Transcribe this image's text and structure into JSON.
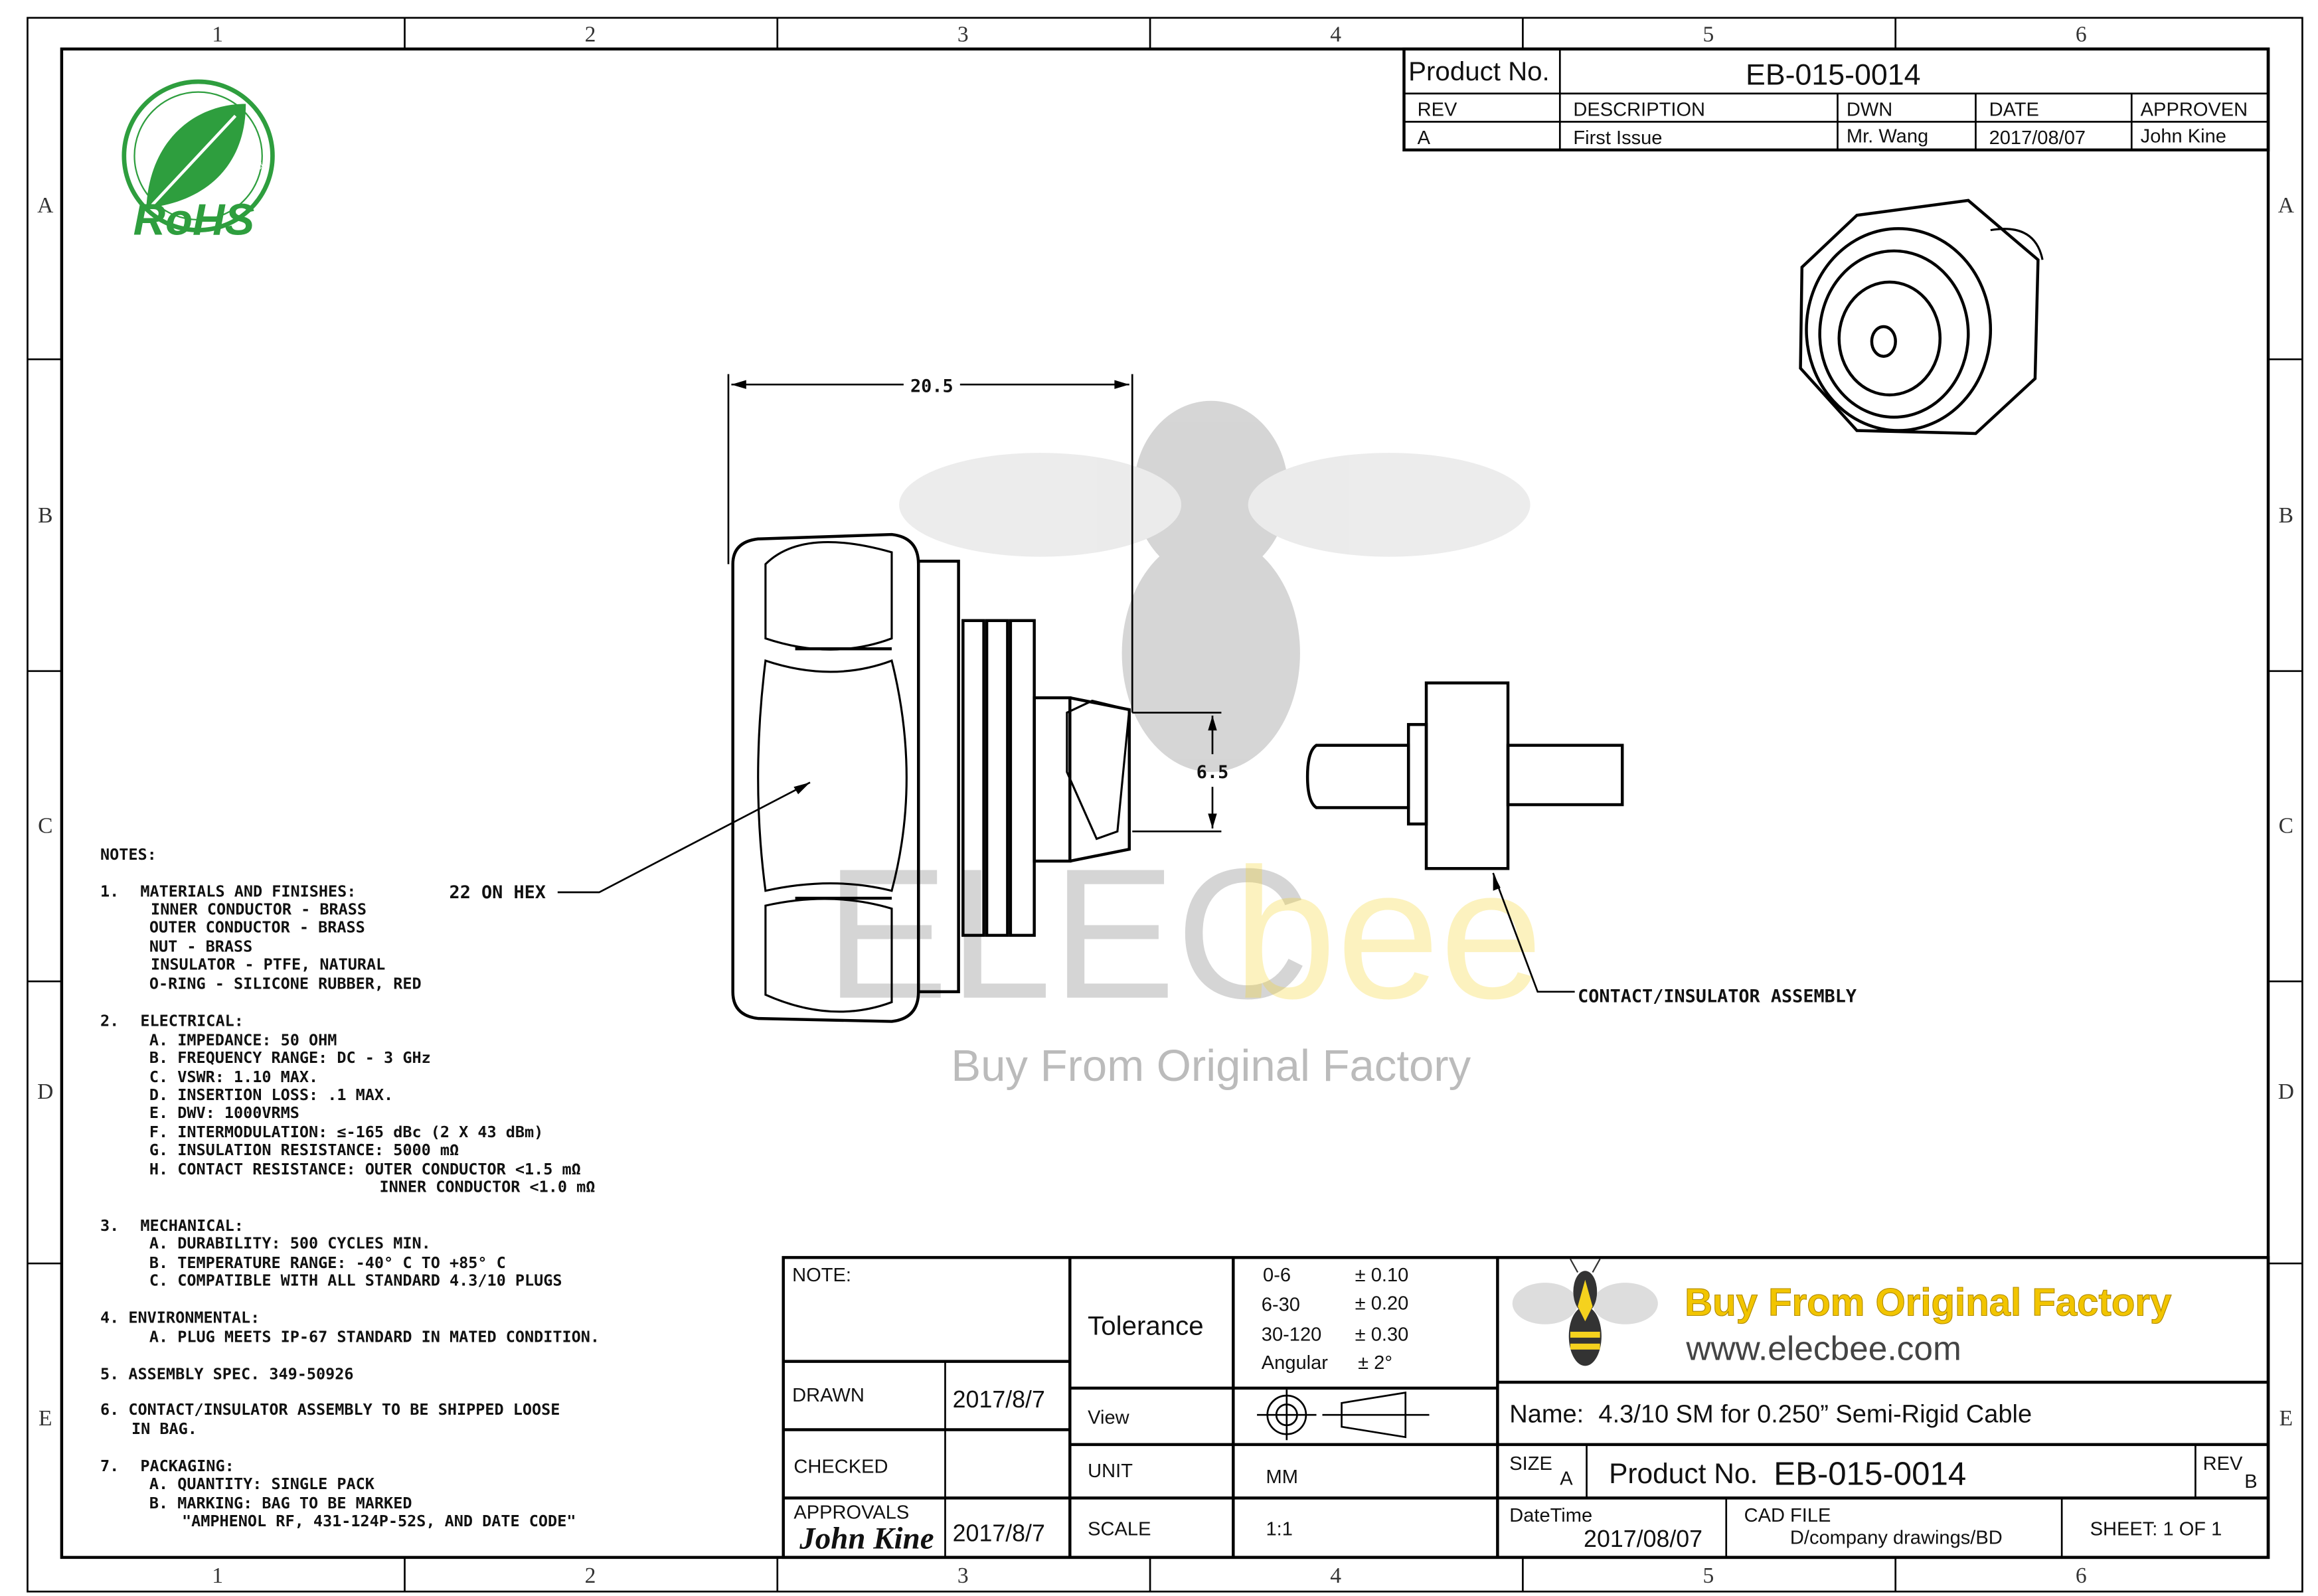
{
  "zones": {
    "columns": [
      "1",
      "2",
      "3",
      "4",
      "5",
      "6"
    ],
    "rows": [
      "A",
      "B",
      "C",
      "D",
      "E"
    ]
  },
  "logo": {
    "rohs": "RoHS",
    "green_product": "Green product",
    "leaf_color": "#2e9e3e"
  },
  "revision_table": {
    "product_label": "Product No.",
    "product_no": "EB-015-0014",
    "headers": [
      "REV",
      "DESCRIPTION",
      "DWN",
      "DATE",
      "APPROVEN"
    ],
    "row": [
      "A",
      "First Issue",
      "Mr. Wang",
      "2017/08/07",
      "John Kine"
    ]
  },
  "drawing": {
    "dim_length": "20.5",
    "dim_diameter": "6.5",
    "hex_label": "22 ON HEX",
    "assembly_label": "CONTACT/INSULATOR ASSEMBLY"
  },
  "watermark": {
    "brand_a": "ELEC",
    "brand_b": "bee",
    "tagline": "Buy From Original Factory",
    "accent": "#f5d21e"
  },
  "notes": {
    "title": "NOTES:",
    "n1": "1.",
    "n1_title": "MATERIALS AND FINISHES:",
    "n1_items": [
      "INNER CONDUCTOR - BRASS",
      "OUTER CONDUCTOR - BRASS",
      "NUT - BRASS",
      "INSULATOR - PTFE, NATURAL",
      "O-RING - SILICONE RUBBER, RED"
    ],
    "n2": "2.",
    "n2_title": "ELECTRICAL:",
    "n2_items": [
      "A. IMPEDANCE:  50 OHM",
      "B. FREQUENCY RANGE:  DC - 3 GHz",
      "C. VSWR: 1.10 MAX.",
      "D. INSERTION LOSS: .1 MAX.",
      "E. DWV: 1000VRMS",
      "F. INTERMODULATION: ≤-165 dBc (2 X 43 dBm)",
      "G. INSULATION RESISTANCE: 5000 mΩ",
      "H. CONTACT RESISTANCE: OUTER CONDUCTOR <1.5 mΩ",
      "INNER CONDUCTOR <1.0 mΩ"
    ],
    "n3": "3.",
    "n3_title": "MECHANICAL:",
    "n3_items": [
      "A. DURABILITY:  500 CYCLES MIN.",
      "B. TEMPERATURE RANGE:  -40° C TO +85° C",
      "C. COMPATIBLE WITH ALL STANDARD 4.3/10 PLUGS"
    ],
    "n4": "4. ENVIRONMENTAL:",
    "n4_items": [
      "A. PLUG MEETS IP-67 STANDARD IN MATED CONDITION."
    ],
    "n5": "5. ASSEMBLY SPEC. 349-50926",
    "n6": "6. CONTACT/INSULATOR ASSEMBLY TO BE SHIPPED LOOSE",
    "n6_cont": "IN BAG.",
    "n7": "7.",
    "n7_title": "PACKAGING:",
    "n7_items": [
      "A. QUANTITY:  SINGLE PACK",
      "B. MARKING:  BAG TO BE MARKED",
      "\"AMPHENOL RF, 431-124P-52S, AND DATE CODE\""
    ]
  },
  "title_block": {
    "note_label": "NOTE:",
    "drawn_label": "DRAWN",
    "drawn_date": "2017/8/7",
    "checked_label": "CHECKED",
    "approvals_label": "APPROVALS",
    "approvals_signature": "John Kine",
    "approvals_date": "2017/8/7",
    "tolerance_label": "Tolerance",
    "tolerances": [
      [
        "0-6",
        "± 0.10"
      ],
      [
        "6-30",
        "± 0.20"
      ],
      [
        "30-120",
        "± 0.30"
      ],
      [
        "Angular",
        "± 2°"
      ]
    ],
    "view_label": "View",
    "unit_label": "UNIT",
    "unit_value": "MM",
    "scale_label": "SCALE",
    "scale_value": "1:1",
    "brand_tagline": "Buy From Original Factory",
    "brand_url": "www.elecbee.com",
    "name_label": "Name:",
    "name_value": "4.3/10 SM for 0.250” Semi-Rigid Cable",
    "size_label": "SIZE",
    "size_value": "A",
    "product_label": "Product No.",
    "product_no": "EB-015-0014",
    "rev_label": "REV",
    "rev_value": "B",
    "datetime_label": "DateTime",
    "datetime_value": "2017/08/07",
    "cad_label": "CAD FILE",
    "cad_value": "D/company drawings/BD",
    "sheet": "SHEET:  1 OF  1"
  }
}
